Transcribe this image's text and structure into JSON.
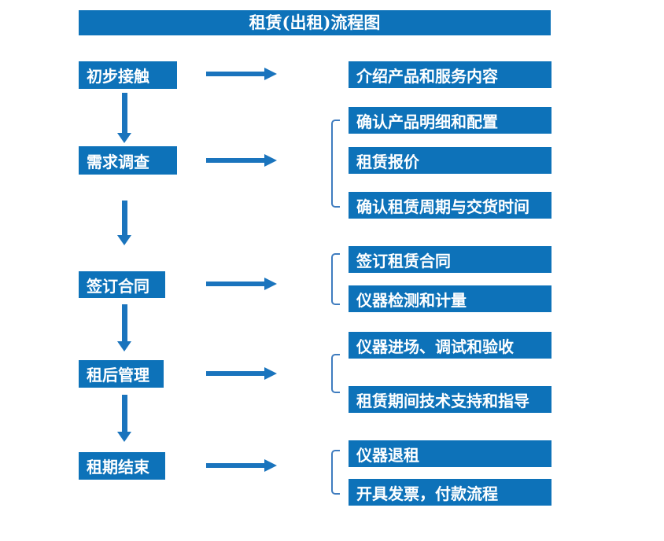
{
  "title": "租赁(出租)流程图",
  "colors": {
    "box_blue": "#0d72b9",
    "arrow_blue": "#1a74bd",
    "bracket_blue": "#3f7cbf",
    "text_white": "#ffffff"
  },
  "steps": [
    {
      "label": "初步接触",
      "details": [
        "介绍产品和服务内容"
      ]
    },
    {
      "label": "需求调查",
      "details": [
        "确认产品明细和配置",
        "租赁报价",
        "确认租赁周期与交货时间"
      ]
    },
    {
      "label": "签订合同",
      "details": [
        "签订租赁合同",
        "仪器检测和计量"
      ]
    },
    {
      "label": "租后管理",
      "details": [
        "仪器进场、调试和验收",
        "租赁期间技术支持和指导"
      ]
    },
    {
      "label": "租期结束",
      "details": [
        "仪器退租",
        "开具发票，付款流程"
      ]
    }
  ]
}
